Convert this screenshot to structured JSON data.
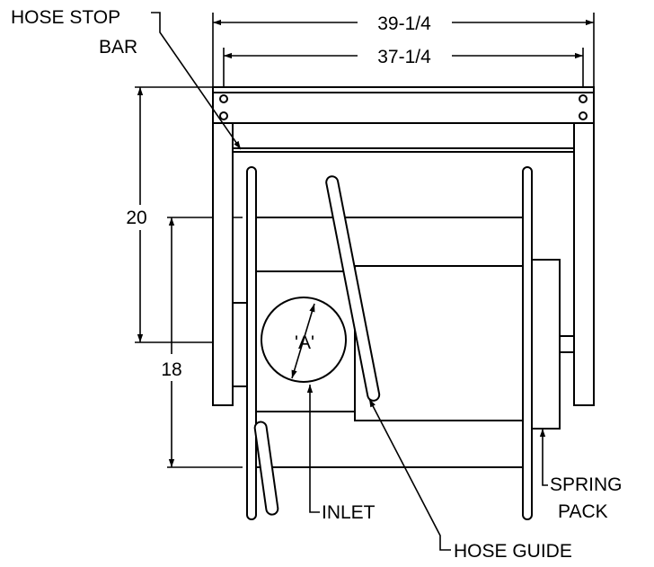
{
  "dimensions": {
    "overall_width": "39-1/4",
    "frame_width": "37-1/4",
    "height": "20",
    "drum_height": "18",
    "inlet_diameter": "'A'"
  },
  "callouts": {
    "hose_stop_bar_line1": "HOSE STOP",
    "hose_stop_bar_line2": "BAR",
    "inlet": "INLET",
    "hose_guide": "HOSE GUIDE",
    "spring_pack_line1": "SPRING",
    "spring_pack_line2": "PACK"
  },
  "colors": {
    "ink": "#000000",
    "paper": "#ffffff"
  }
}
